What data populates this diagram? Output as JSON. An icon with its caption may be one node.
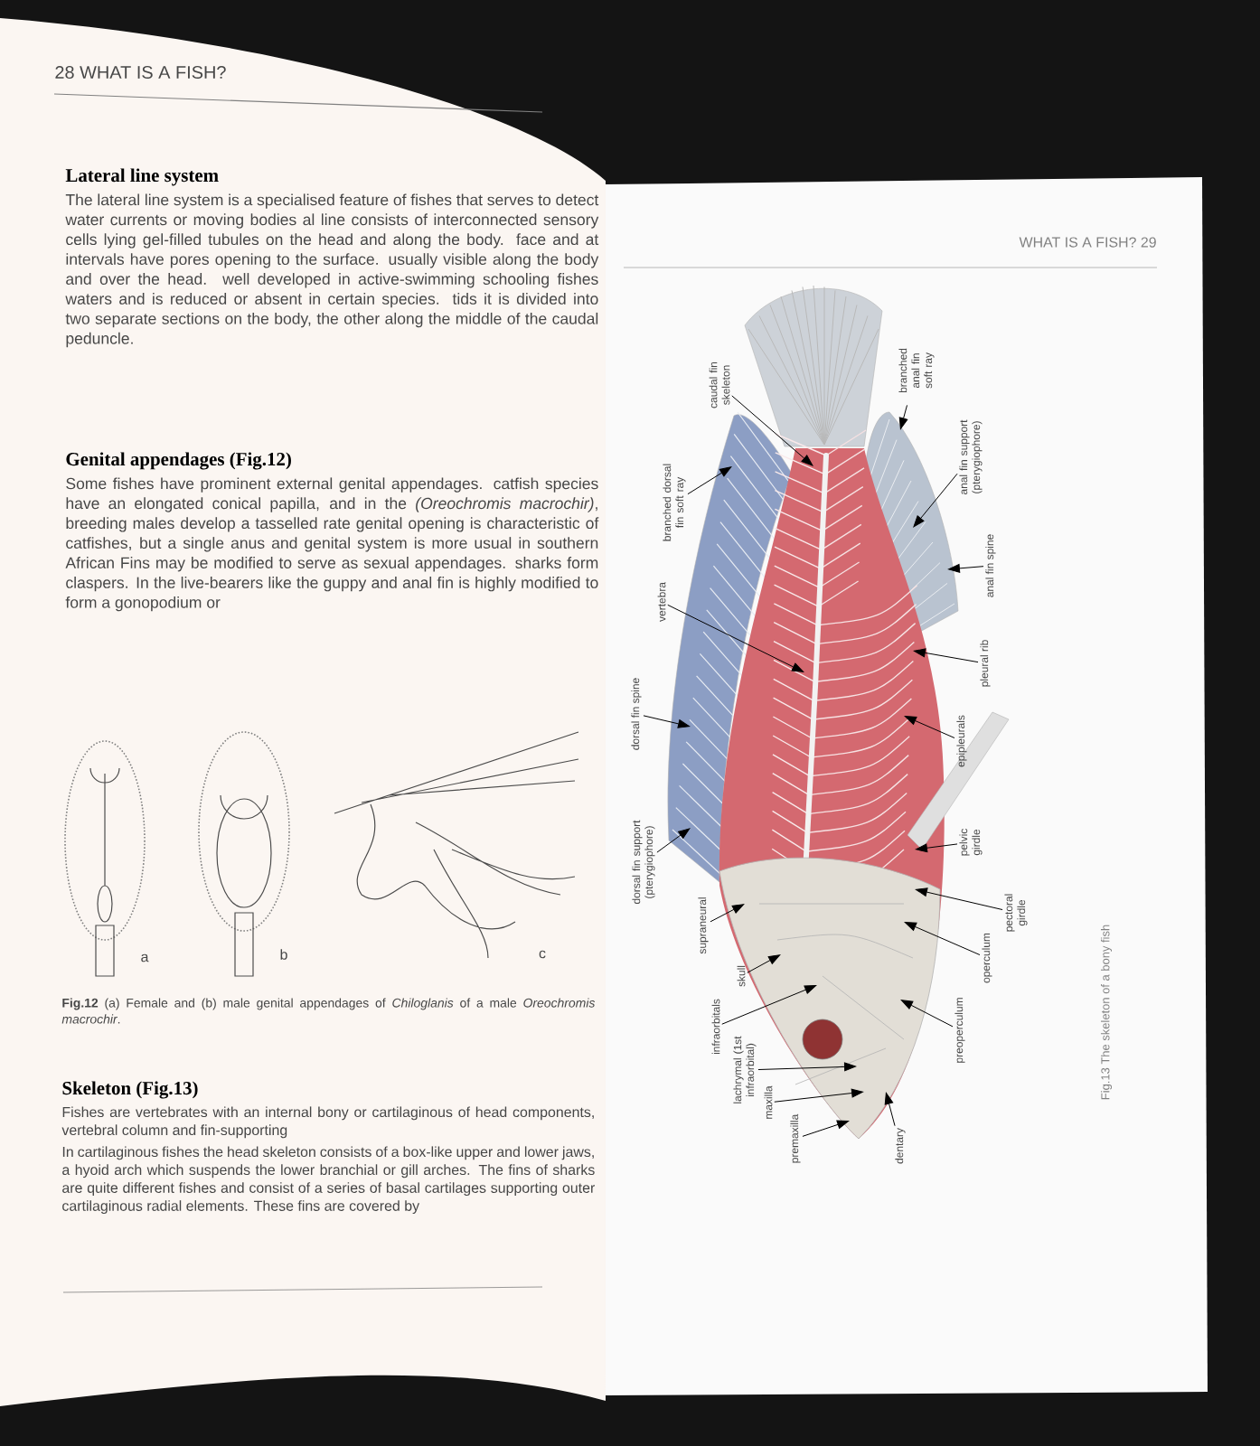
{
  "diagram": {
    "nodes": [
      {
        "text": [
          "caudal fin skeleton"
        ]
      },
      {
        "text": [
          "branched dorsal fin soft ray"
        ]
      },
      {
        "text": [
          "vertebra"
        ]
      },
      {
        "text": [
          "dorsal fin spine"
        ]
      },
      {
        "text": [
          "dorsal fin support (pterygiophore)"
        ]
      },
      {
        "text": [
          "supraneural"
        ]
      },
      {
        "text": [
          "skull"
        ]
      },
      {
        "text": [
          "infraorbitals"
        ]
      },
      {
        "text": [
          "lachrymal (1st infraorbital)"
        ]
      },
      {
        "text": [
          "maxilla"
        ]
      },
      {
        "text": [
          "premaxilla"
        ]
      },
      {
        "text": [
          "dentary"
        ]
      },
      {
        "text": [
          "preoperculum"
        ]
      },
      {
        "text": [
          "operculum"
        ]
      },
      {
        "text": [
          "pectoral girdle"
        ]
      },
      {
        "text": [
          "pelvic girdle"
        ]
      },
      {
        "text": [
          "epipleurals"
        ]
      },
      {
        "text": [
          "pleural rib"
        ]
      },
      {
        "text": [
          "anal fin spine"
        ]
      },
      {
        "text": [
          "anal fin support (pterygiophore)"
        ]
      },
      {
        "text": [
          "branched anal fin soft ray"
        ]
      }
    ],
    "edges": [
      {
        "from": 0,
        "to": null,
        "arrow": "to"
      },
      {
        "from": 1,
        "to": null,
        "arrow": "to"
      },
      {
        "from": 2,
        "to": null,
        "arrow": "to"
      },
      {
        "from": 3,
        "to": null,
        "arrow": "to"
      },
      {
        "from": 4,
        "to": null,
        "arrow": "to"
      },
      {
        "from": 5,
        "to": null,
        "arrow": "to"
      },
      {
        "from": 6,
        "to": null,
        "arrow": "to"
      },
      {
        "from": 7,
        "to": null,
        "arrow": "to"
      },
      {
        "from": 8,
        "to": null,
        "arrow": "to"
      },
      {
        "from": 9,
        "to": null,
        "arrow": "to"
      },
      {
        "from": 10,
        "to": null,
        "arrow": "to"
      },
      {
        "from": 11,
        "to": null,
        "arrow": "to"
      },
      {
        "from": 12,
        "to": null,
        "arrow": "to"
      },
      {
        "from": 13,
        "to": null,
        "arrow": "to"
      },
      {
        "from": 14,
        "to": null,
        "arrow": "to"
      },
      {
        "from": 15,
        "to": null,
        "arrow": "to"
      },
      {
        "from": 16,
        "to": null,
        "arrow": "to"
      },
      {
        "from": 17,
        "to": null,
        "arrow": "to"
      },
      {
        "from": 18,
        "to": null,
        "arrow": "to"
      },
      {
        "from": 19,
        "to": null,
        "arrow": "to"
      },
      {
        "from": 20,
        "to": null,
        "arrow": "to"
      }
    ],
    "labels": [
      "28 WHAT IS A FISH?",
      "Lateral line system",
      "The lateral line system is a specialised feature of fishes that serves to detect water currents or moving bodies al line consists of interconnected sensory cells lying gel-filled tubules on the head and along the body. face and at intervals have pores opening to the surface. usually visible along the body and over the head. well developed in active-swimming schooling fishes waters and is reduced or absent in certain species. tids it is divided into two separate sections on the body, the other along the middle of the caudal peduncle.",
      "Genital appendages (Fig.12)",
      "Some fishes have prominent external genital appendages. catfish species have an elongated conical papilla, and in the *(Oreochromis macrochir)*, breeding males develop a tasselled rate genital opening is characteristic of catfishes, but a single anus and genital system is more usual in southern African Fins may be modified to serve as sexual appendages. sharks form claspers. In the live-bearers like the guppy and anal fin is highly modified to form a gonopodium or",
      "a",
      "b",
      "c",
      "**Fig.12** (a) Female and (b) male genital appendages of *Chiloglanis* of a male *Oreochromis macrochir*.",
      "Skeleton (Fig.13)",
      "Fishes are vertebrates with an internal bony or cartilaginous of head components, vertebral column and fin-supporting",
      "In cartilaginous fishes the head skeleton consists of a box-like upper and lower jaws, a hyoid arch which suspends the lower branchial or gill arches. The fins of sharks are quite different fishes and consist of a series of basal cartilages supporting outer cartilaginous radial elements. These fins are covered by",
      "WHAT IS A FISH? 29",
      "Fig.13 The skeleton of a bony fish"
    ]
  }
}
